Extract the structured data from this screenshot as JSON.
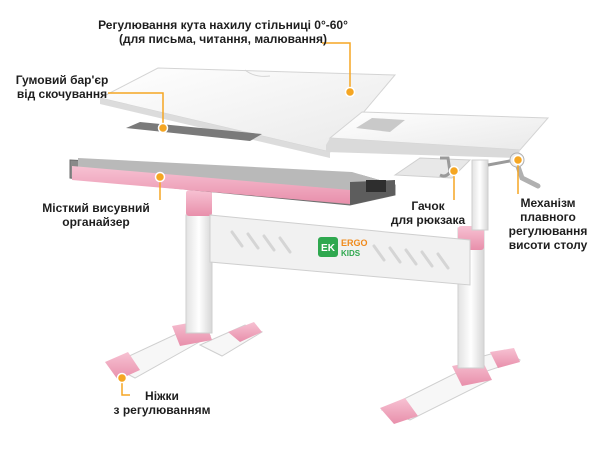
{
  "labels": {
    "tilt": [
      "Регулювання кута нахилу стільниці 0°-60°",
      "(для письма, читання, малювання)"
    ],
    "barrier": [
      "Гумовий бар'єр",
      "від скочування"
    ],
    "organizer": [
      "Місткий висувний",
      "органайзер"
    ],
    "hook": [
      "Гачок",
      "для рюкзака"
    ],
    "mechanism": [
      "Механізм",
      "плавного",
      "регулювання",
      "висоти столу"
    ],
    "legs": [
      "Ніжки",
      "з регулюванням"
    ]
  },
  "logo": {
    "badge": "EK",
    "line1": "ERGO",
    "line2": "KIDS"
  },
  "colors": {
    "accent_marker": "#f5a623",
    "pink": "#f2a7bf",
    "desk_white": "#f4f4f4",
    "logo_green": "#2fa84f",
    "logo_orange": "#f08a1c"
  }
}
